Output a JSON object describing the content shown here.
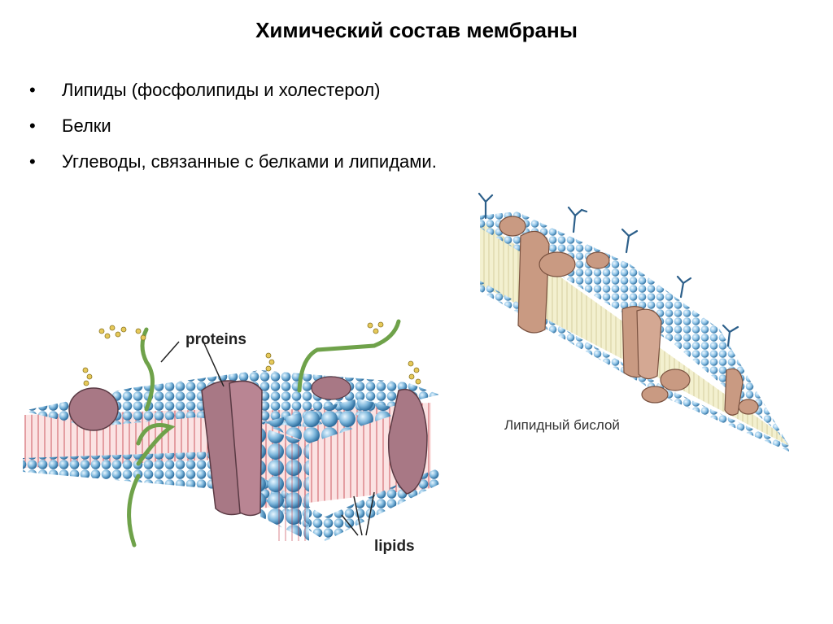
{
  "slide": {
    "title": "Химический состав мембраны",
    "bullet_char": "•",
    "bullets": [
      "Липиды (фосфолипиды и холестерол)",
      "Белки",
      "Углеводы, связанные с белками и липидами."
    ]
  },
  "figure_left": {
    "label_proteins": "proteins",
    "label_lipids": "lipids"
  },
  "figure_right": {
    "caption": "Липидный бислой"
  },
  "colors": {
    "lipid_head": "#7fb8dd",
    "protein": "#a87885",
    "carbohydrate_chain": "#6fa24a",
    "right_protein": "#c99a82",
    "right_glyco": "#2c5f8a",
    "tail_fill": "#f3f0cf"
  }
}
